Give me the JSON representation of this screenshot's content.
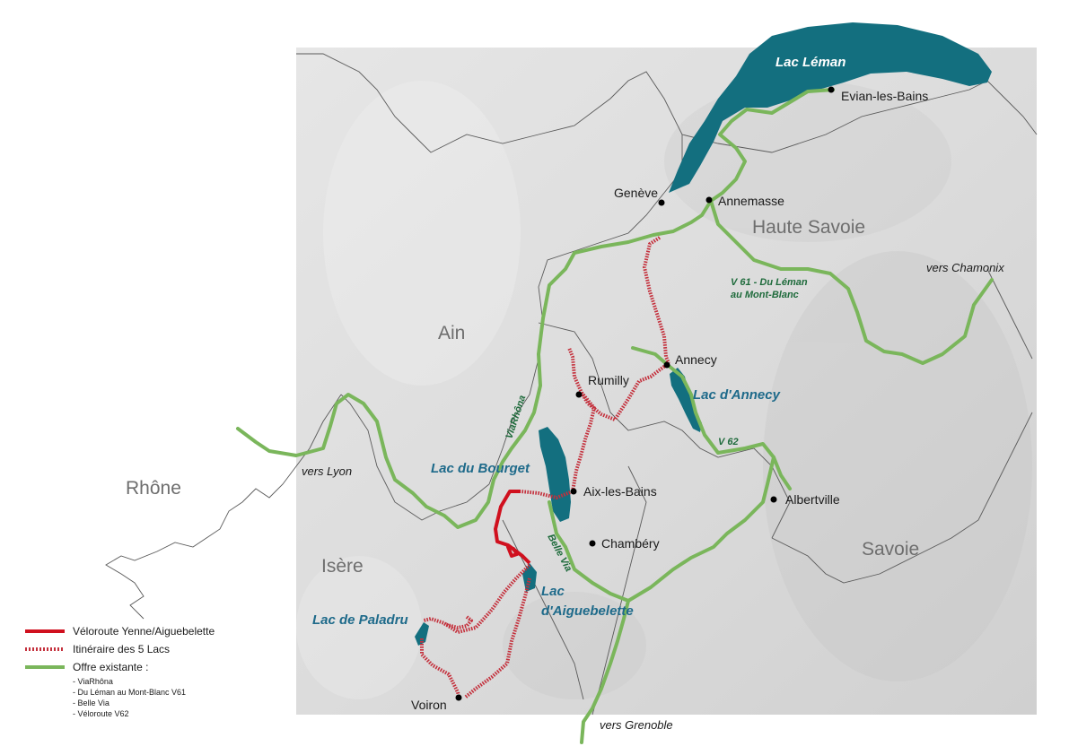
{
  "colors": {
    "green_route": "#7ab65b",
    "red_route": "#d0101e",
    "hatched_route": "#c4303c",
    "lake": "#136f7f",
    "lake_label": "#1e6a8a",
    "route_label": "#1f6b3c",
    "border": "#5a5a5a"
  },
  "regions": {
    "rhone": "Rhône",
    "ain": "Ain",
    "isere": "Isère",
    "haute_savoie": "Haute Savoie",
    "savoie": "Savoie"
  },
  "cities": {
    "geneve": "Genève",
    "annemasse": "Annemasse",
    "evian": "Evian-les-Bains",
    "annecy": "Annecy",
    "rumilly": "Rumilly",
    "aix": "Aix-les-Bains",
    "chambery": "Chambéry",
    "albertville": "Albertville",
    "voiron": "Voiron"
  },
  "lakes": {
    "leman": "Lac Léman",
    "annecy": "Lac d'Annecy",
    "bourget": "Lac du Bourget",
    "aiguebelette_1": "Lac",
    "aiguebelette_2": "d'Aiguebelette",
    "paladru": "Lac de Paladru"
  },
  "directions": {
    "chamonix": "vers Chamonix",
    "lyon": "vers Lyon",
    "grenoble": "vers Grenoble"
  },
  "routes": {
    "v61_1": "V 61 - Du Léman",
    "v61_2": "au Mont-Blanc",
    "v62": "V 62",
    "viarhona": "ViaRhôna",
    "bellevia": "Belle Via"
  },
  "legend": {
    "red": "Véloroute Yenne/Aiguebelette",
    "hatched": "Itinéraire des 5 Lacs",
    "green": "Offre existante :",
    "subitems": [
      "- ViaRhôna",
      "- Du Léman au Mont-Blanc V61",
      "- Belle Via",
      "- Véloroute V62"
    ]
  }
}
